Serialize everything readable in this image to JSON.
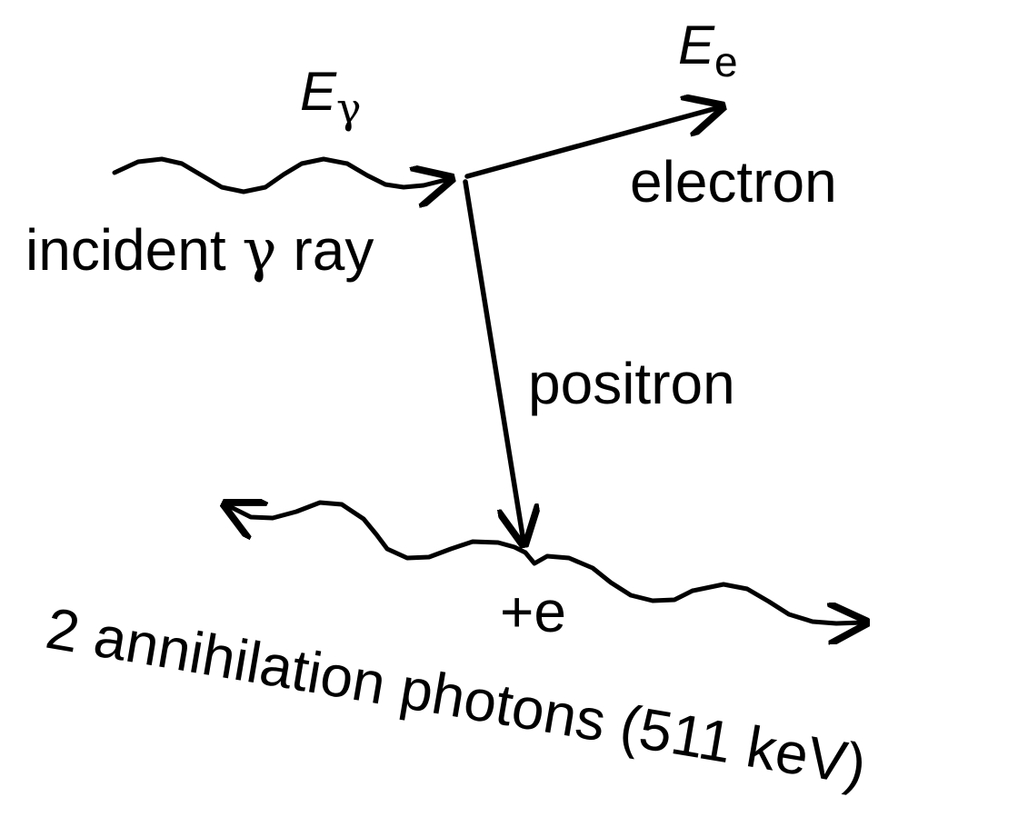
{
  "labels": {
    "energy_gamma_symbol": "E",
    "energy_gamma_subscript": "γ",
    "energy_electron_symbol": "E",
    "energy_electron_subscript": "e",
    "electron": "electron",
    "incident_prefix": "incident ",
    "incident_gamma": "γ",
    "incident_suffix": " ray",
    "positron": "positron",
    "plus_e": "+e",
    "annihilation": "2 annihilation photons (511 keV)"
  },
  "colors": {
    "stroke": "#000000",
    "background": "#ffffff"
  }
}
